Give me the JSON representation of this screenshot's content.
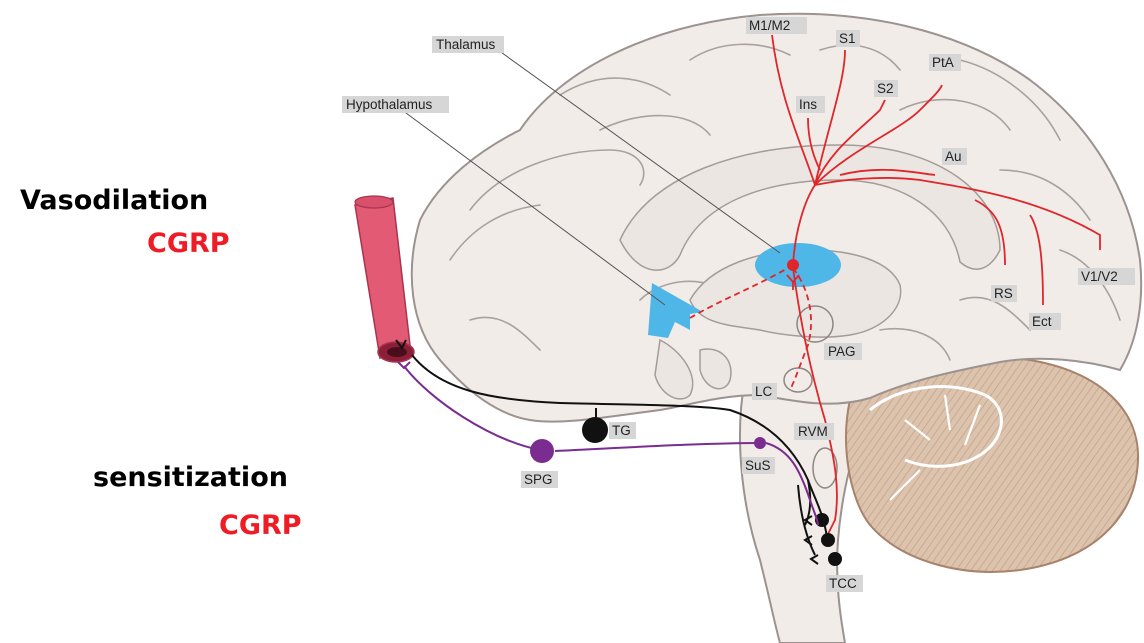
{
  "side_labels": {
    "vasodilation": "Vasodilation",
    "vasodilation_cgrp": "CGRP",
    "sensitization": "sensitization",
    "sensitization_cgrp": "CGRP"
  },
  "diagram": {
    "structures": {
      "thalamus": "Thalamus",
      "hypothalamus": "Hypothalamus",
      "pag": "PAG",
      "lc": "LC",
      "rvm": "RVM",
      "sus": "SuS",
      "tg": "TG",
      "spg": "SPG",
      "tcc": "TCC"
    },
    "cortex": {
      "m1m2": "M1/M2",
      "s1": "S1",
      "pta": "PtA",
      "ins": "Ins",
      "s2": "S2",
      "au": "Au",
      "rs": "RS",
      "ect": "Ect",
      "v1v2": "V1/V2"
    }
  },
  "colors": {
    "cgrp_text": "#ee1c25",
    "projection_red": "#e0262b",
    "trigeminal_black": "#111111",
    "parasympathetic_purple": "#7b2c91",
    "blood_vessel": "#e25a74",
    "thalamus_blue": "#4fb7e8",
    "cerebellum": "#d9bfa8",
    "brain_fill": "#f1ece8"
  }
}
